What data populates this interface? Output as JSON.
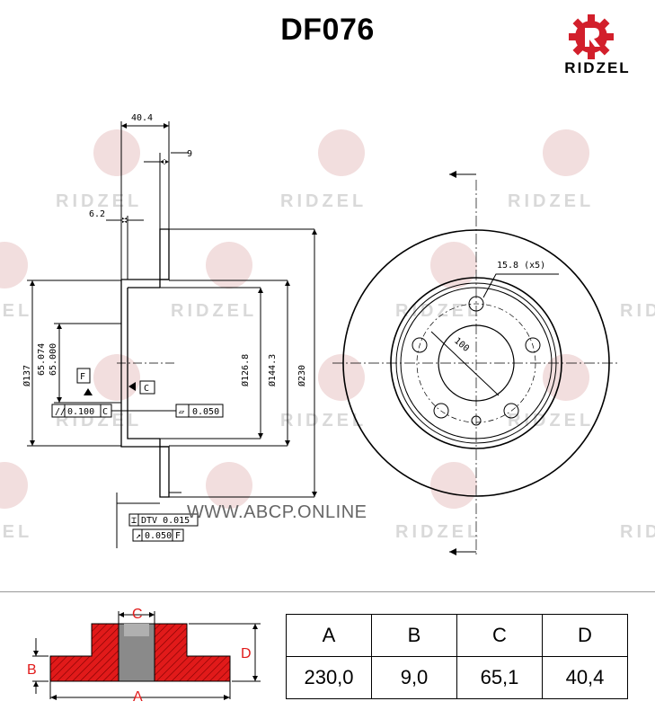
{
  "header": {
    "part_number": "DF076",
    "brand": "RIDZEL"
  },
  "watermark": {
    "text": "RIDZEL",
    "url": "WWW.ABCP.ONLINE"
  },
  "drawing": {
    "dims_side": {
      "width_total": "40.4",
      "thickness": "9",
      "offset": "6.2",
      "d137": "Ø137",
      "d65a": "65.074",
      "d65b": "65.000",
      "d126": "Ø126.8",
      "d144": "Ø144.3",
      "d230": "Ø230",
      "datum_f": "F",
      "datum_c": "C",
      "tol_perp": "0.100",
      "tol_perp_ref": "C",
      "tol_flat": "0.050",
      "tol_dtv": "DTV 0.015",
      "tol_runout": "0.050",
      "tol_runout_ref": "F"
    },
    "dims_front": {
      "holes": "15.8 (x5)",
      "pcd": "100"
    }
  },
  "legend": {
    "labels": {
      "a": "A",
      "b": "B",
      "c": "C",
      "d": "D"
    },
    "colors": {
      "fill": "#e11a1a",
      "hub": "#888888"
    }
  },
  "specs": {
    "headers": [
      "A",
      "B",
      "C",
      "D"
    ],
    "values": [
      "230,0",
      "9,0",
      "65,1",
      "40,4"
    ]
  }
}
